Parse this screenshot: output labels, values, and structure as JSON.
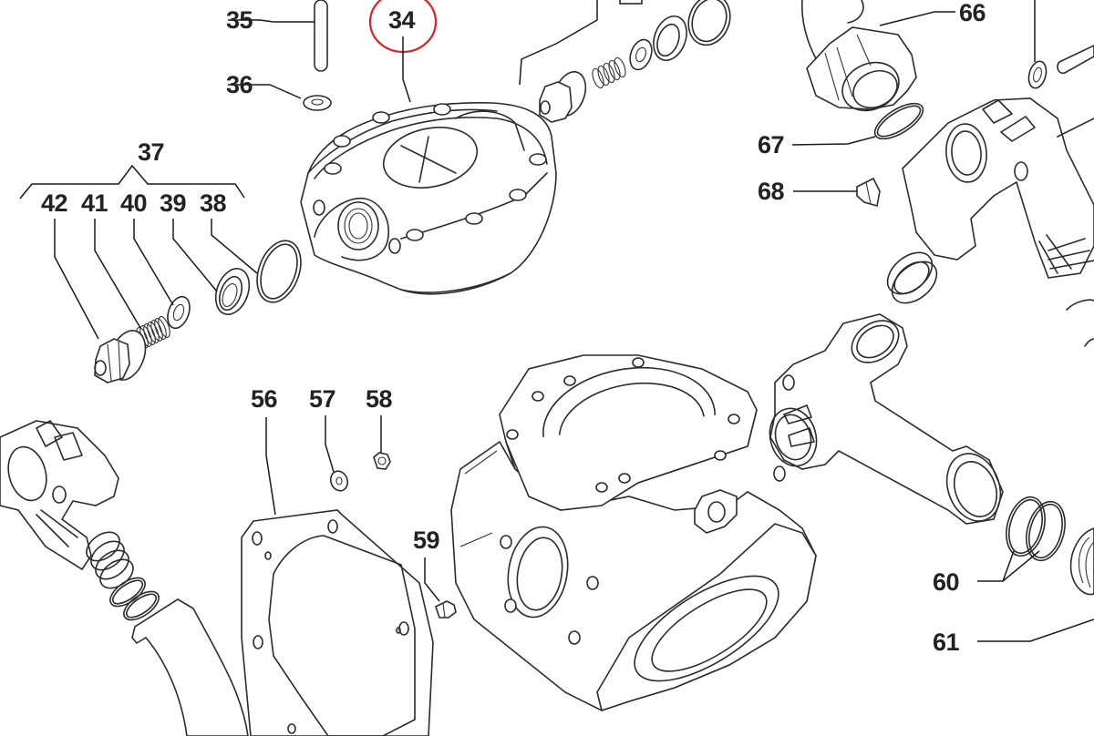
{
  "diagram": {
    "type": "exploded-parts-diagram",
    "highlight_color": "#e02020",
    "line_color": "#2b2b2b",
    "highlighted_part": "34",
    "labels": {
      "p34": "34",
      "p35": "35",
      "p36": "36",
      "p37": "37",
      "p38": "38",
      "p39": "39",
      "p40": "40",
      "p41": "41",
      "p42": "42",
      "p56": "56",
      "p57": "57",
      "p58": "58",
      "p59": "59",
      "p60": "60",
      "p61": "61",
      "p66": "66",
      "p67": "67",
      "p68": "68"
    }
  }
}
